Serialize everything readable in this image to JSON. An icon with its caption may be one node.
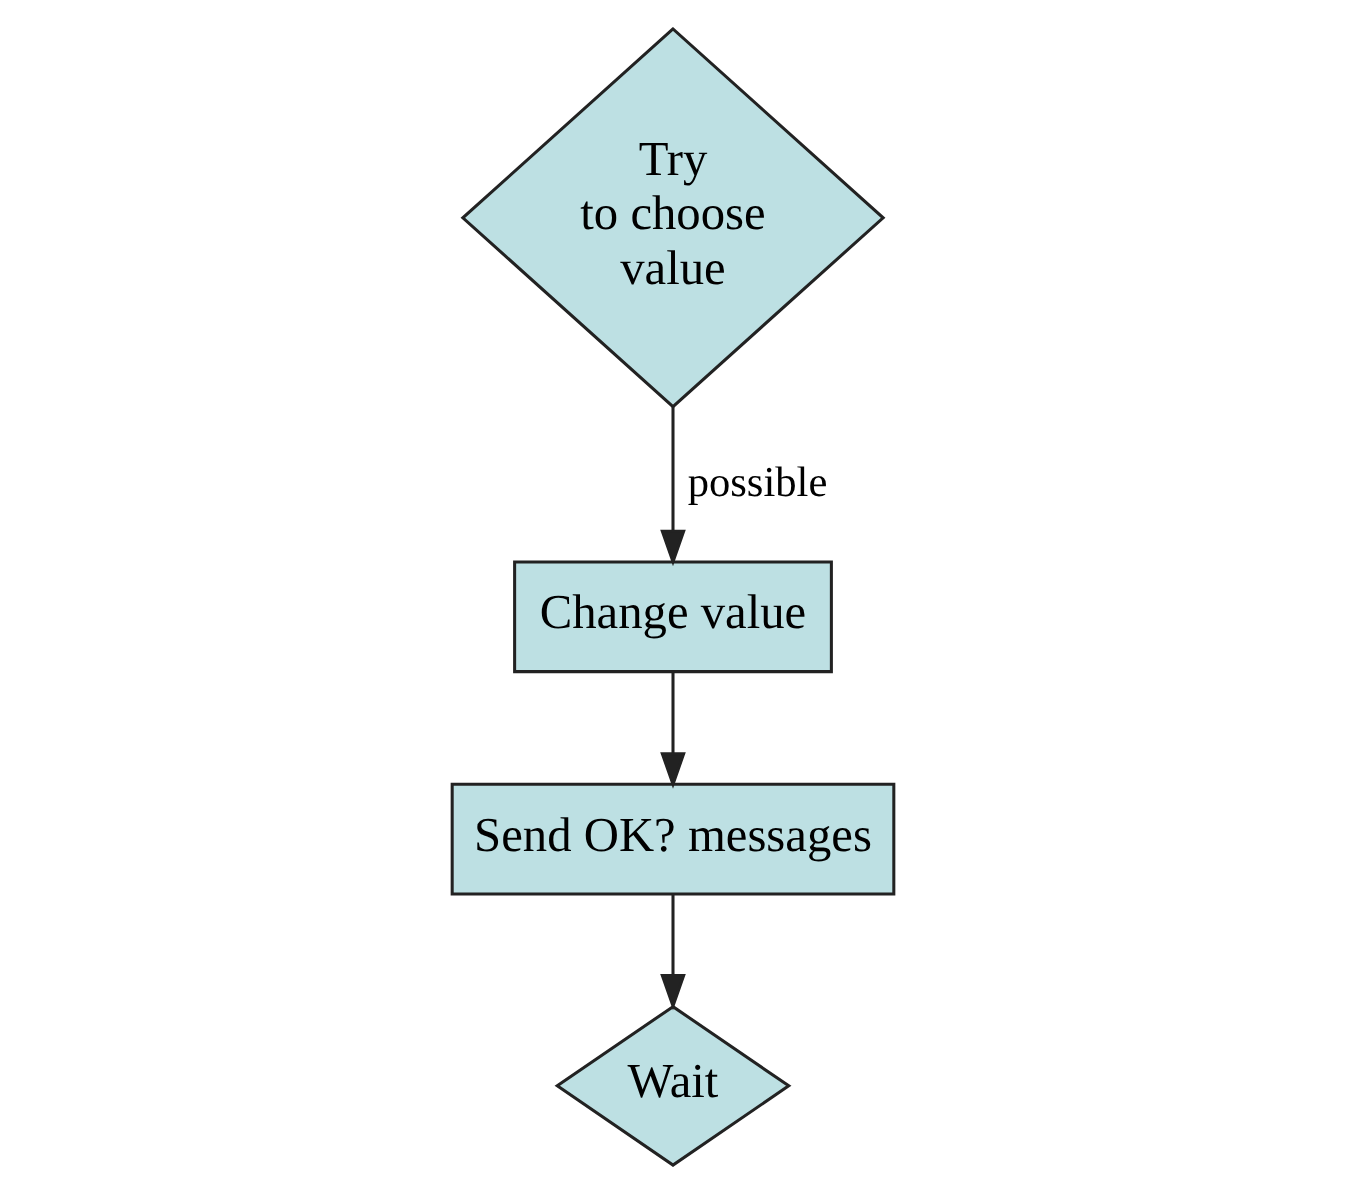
{
  "diagram": {
    "nodes": [
      {
        "text": [
          "Try to choose value"
        ]
      },
      {
        "text": [
          "Change value"
        ]
      },
      {
        "text": [
          "Send OK? messages"
        ]
      },
      {
        "text": [
          "Wait"
        ]
      }
    ],
    "edges": [
      {
        "from": 0,
        "to": 1,
        "arrow": "to",
        "label": "possible"
      },
      {
        "from": 1,
        "to": 2,
        "arrow": "to"
      },
      {
        "from": 2,
        "to": 3,
        "arrow": "to"
      }
    ]
  }
}
